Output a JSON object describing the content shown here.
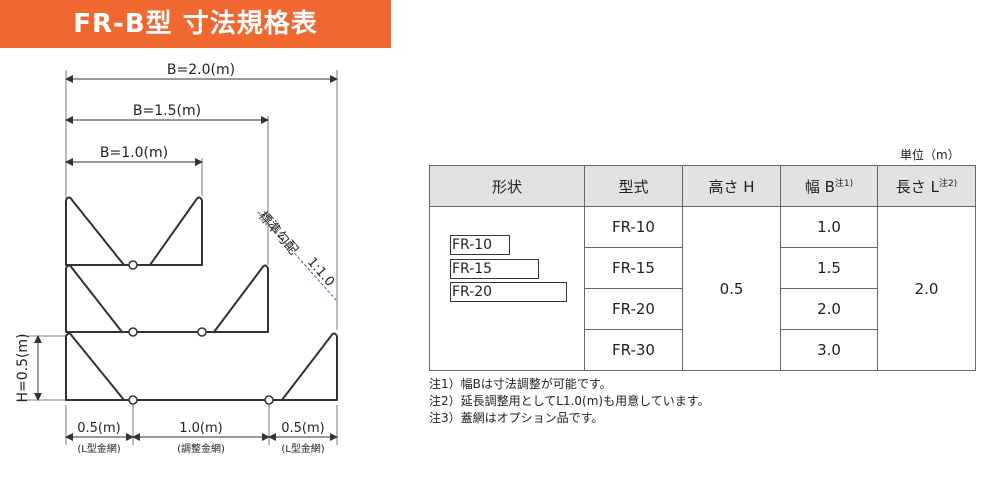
{
  "title": "FR-B型 寸法規格表",
  "diagram": {
    "dim_b20": "B=2.0(m)",
    "dim_b15": "B=1.5(m)",
    "dim_b10": "B=1.0(m)",
    "slope_label": "標準勾配",
    "slope_ratio": "1:1.0",
    "height_label": "H=0.5(m)",
    "bottom_left_value": "0.5(m)",
    "bottom_left_sub": "(L型金網)",
    "bottom_mid_value": "1.0(m)",
    "bottom_mid_sub": "(調整金網)",
    "bottom_right_value": "0.5(m)",
    "bottom_right_sub": "(L型金網)"
  },
  "table": {
    "unit": "単位（m）",
    "headers": {
      "shape": "形状",
      "model": "型式",
      "height": "高さ H",
      "width": "幅 B",
      "width_note": "注1)",
      "length": "長さ L",
      "length_note": "注2)"
    },
    "shape_boxes": [
      "FR-10",
      "FR-15",
      "FR-20"
    ],
    "height_value": "0.5",
    "length_value": "2.0",
    "rows": [
      {
        "model": "FR-10",
        "width": "1.0"
      },
      {
        "model": "FR-15",
        "width": "1.5"
      },
      {
        "model": "FR-20",
        "width": "2.0"
      },
      {
        "model": "FR-30",
        "width": "3.0"
      }
    ]
  },
  "notes": [
    "注1）幅Bは寸法調整が可能です。",
    "注2）延長調整用としてL1.0(m)も用意しています。",
    "注3）蓋網はオプション品です。"
  ]
}
